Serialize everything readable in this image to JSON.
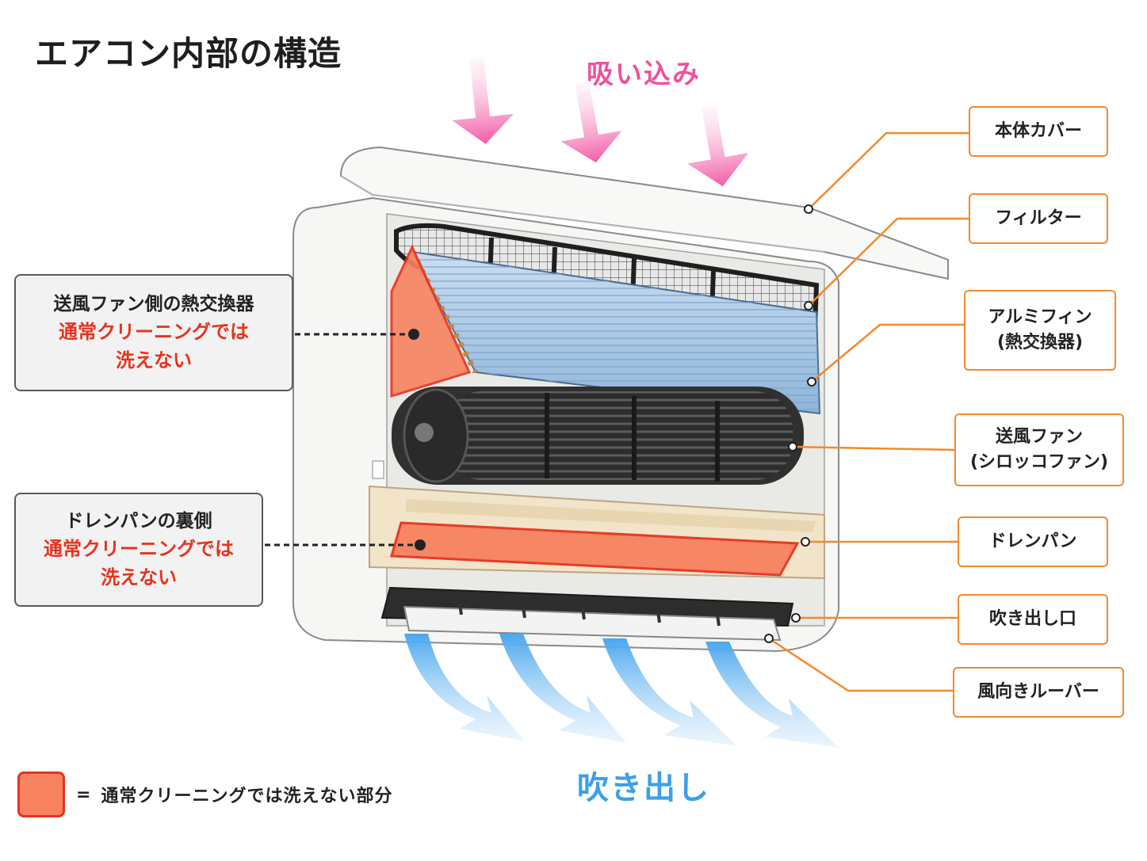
{
  "title": "エアコン内部の構造",
  "airflow": {
    "intake": "吸い込み",
    "outlet": "吹き出し"
  },
  "parts": [
    {
      "id": "body-cover",
      "label": "本体カバー"
    },
    {
      "id": "filter",
      "label": "フィルター"
    },
    {
      "id": "heat-exchanger",
      "label": "アルミフィン",
      "sub": "(熱交換器)"
    },
    {
      "id": "blower-fan",
      "label": "送風ファン",
      "sub": "(シロッコファン)"
    },
    {
      "id": "drain-pan",
      "label": "ドレンパン"
    },
    {
      "id": "outlet",
      "label": "吹き出し口"
    },
    {
      "id": "louver",
      "label": "風向きルーバー"
    }
  ],
  "callouts": [
    {
      "id": "fan-side-exchanger",
      "title": "送風ファン側の熱交換器",
      "note_line1": "通常クリーニングでは",
      "note_line2": "洗えない"
    },
    {
      "id": "drain-pan-back",
      "title": "ドレンパンの裏側",
      "note_line1": "通常クリーニングでは",
      "note_line2": "洗えない"
    }
  ],
  "legend": {
    "symbol": "=",
    "text": "通常クリーニングでは洗えない部分"
  },
  "colors": {
    "intake": "#f0509e",
    "outlet": "#3d9fe8",
    "leader": "#f28a2e",
    "highlight_fill": "#f7825f",
    "highlight_border": "#e8321e",
    "note_text": "#e8321e"
  }
}
